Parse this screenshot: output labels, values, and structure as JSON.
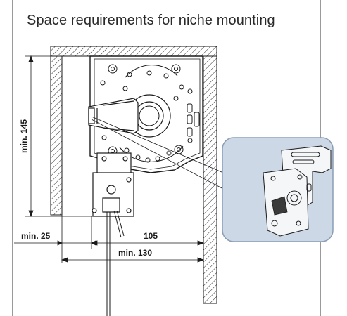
{
  "title": "Space requirements for niche mounting",
  "dimensions": {
    "height_label": "min. 145",
    "left_gap_label": "min. 25",
    "width_label": "105",
    "total_width_label": "min. 130"
  },
  "colors": {
    "line": "#1a1a1a",
    "hatch": "#2a2a2a",
    "inset_bg": "#cdd8e6",
    "inset_border": "#8a9db5"
  }
}
